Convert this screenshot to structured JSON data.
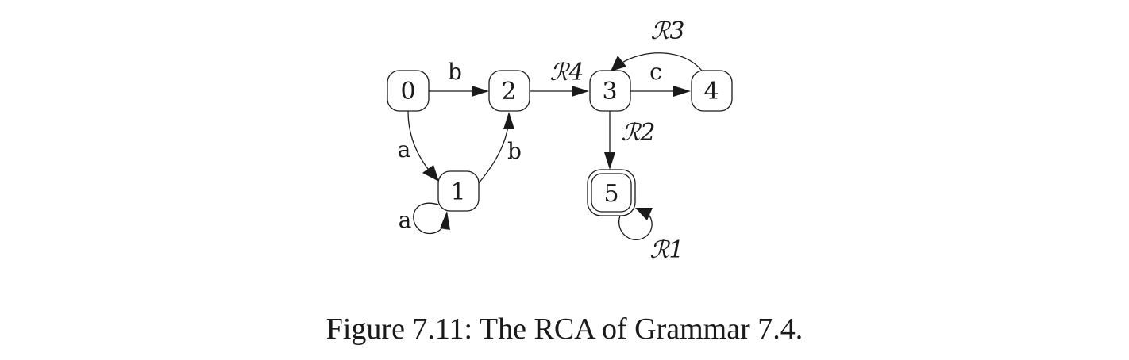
{
  "diagram": {
    "nodes": [
      {
        "id": "0",
        "label": "0",
        "accepting": false
      },
      {
        "id": "1",
        "label": "1",
        "accepting": false
      },
      {
        "id": "2",
        "label": "2",
        "accepting": false
      },
      {
        "id": "3",
        "label": "3",
        "accepting": false
      },
      {
        "id": "4",
        "label": "4",
        "accepting": false
      },
      {
        "id": "5",
        "label": "5",
        "accepting": true
      }
    ],
    "edges": [
      {
        "from": "0",
        "to": "2",
        "label": "b"
      },
      {
        "from": "0",
        "to": "1",
        "label": "a"
      },
      {
        "from": "1",
        "to": "1",
        "label": "a"
      },
      {
        "from": "1",
        "to": "2",
        "label": "b"
      },
      {
        "from": "2",
        "to": "3",
        "label": "ℛ4"
      },
      {
        "from": "3",
        "to": "4",
        "label": "c"
      },
      {
        "from": "4",
        "to": "3",
        "label": "ℛ3"
      },
      {
        "from": "3",
        "to": "5",
        "label": "ℛ2"
      },
      {
        "from": "5",
        "to": "5",
        "label": "ℛ1"
      }
    ]
  },
  "caption": "Figure 7.11: The RCA of Grammar 7.4."
}
